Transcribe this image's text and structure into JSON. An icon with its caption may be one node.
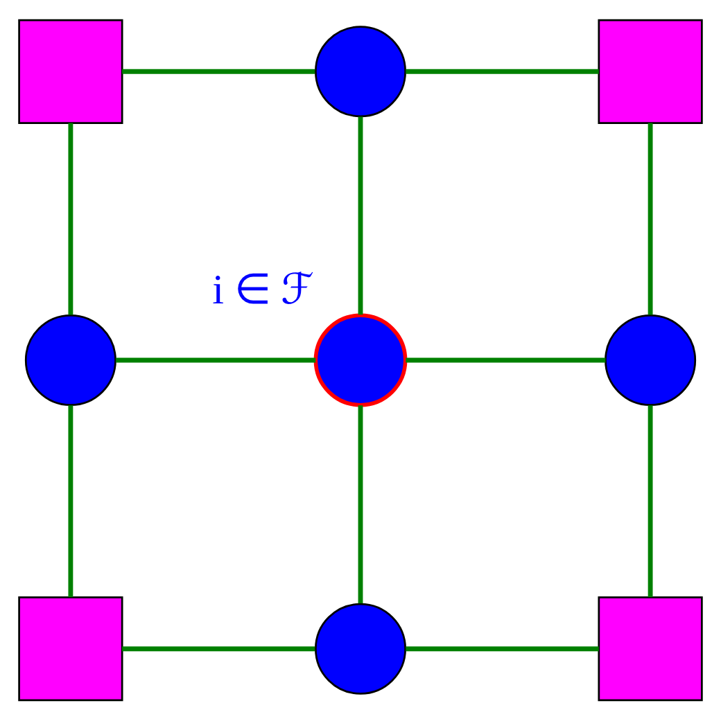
{
  "diagram": {
    "nodes": [
      {
        "text": [],
        "shape": "box"
      },
      {
        "text": [],
        "shape": "circle"
      },
      {
        "text": [],
        "shape": "box"
      },
      {
        "text": [],
        "shape": "circle"
      },
      {
        "text": [],
        "shape": "circle",
        "beside": [
          "i ∈ ℱ"
        ]
      },
      {
        "text": [],
        "shape": "circle"
      },
      {
        "text": [],
        "shape": "box"
      },
      {
        "text": [],
        "shape": "circle"
      },
      {
        "text": [],
        "shape": "box"
      }
    ],
    "edges": [
      {
        "from": 0,
        "to": 1,
        "arrow": "none"
      },
      {
        "from": 1,
        "to": 2,
        "arrow": "none"
      },
      {
        "from": 0,
        "to": 3,
        "arrow": "none"
      },
      {
        "from": 1,
        "to": 4,
        "arrow": "none"
      },
      {
        "from": 2,
        "to": 5,
        "arrow": "none"
      },
      {
        "from": 3,
        "to": 4,
        "arrow": "none"
      },
      {
        "from": 4,
        "to": 5,
        "arrow": "none"
      },
      {
        "from": 3,
        "to": 6,
        "arrow": "none"
      },
      {
        "from": 4,
        "to": 7,
        "arrow": "none"
      },
      {
        "from": 5,
        "to": 8,
        "arrow": "none"
      },
      {
        "from": 6,
        "to": 7,
        "arrow": "none"
      },
      {
        "from": 7,
        "to": 8,
        "arrow": "none"
      }
    ]
  }
}
